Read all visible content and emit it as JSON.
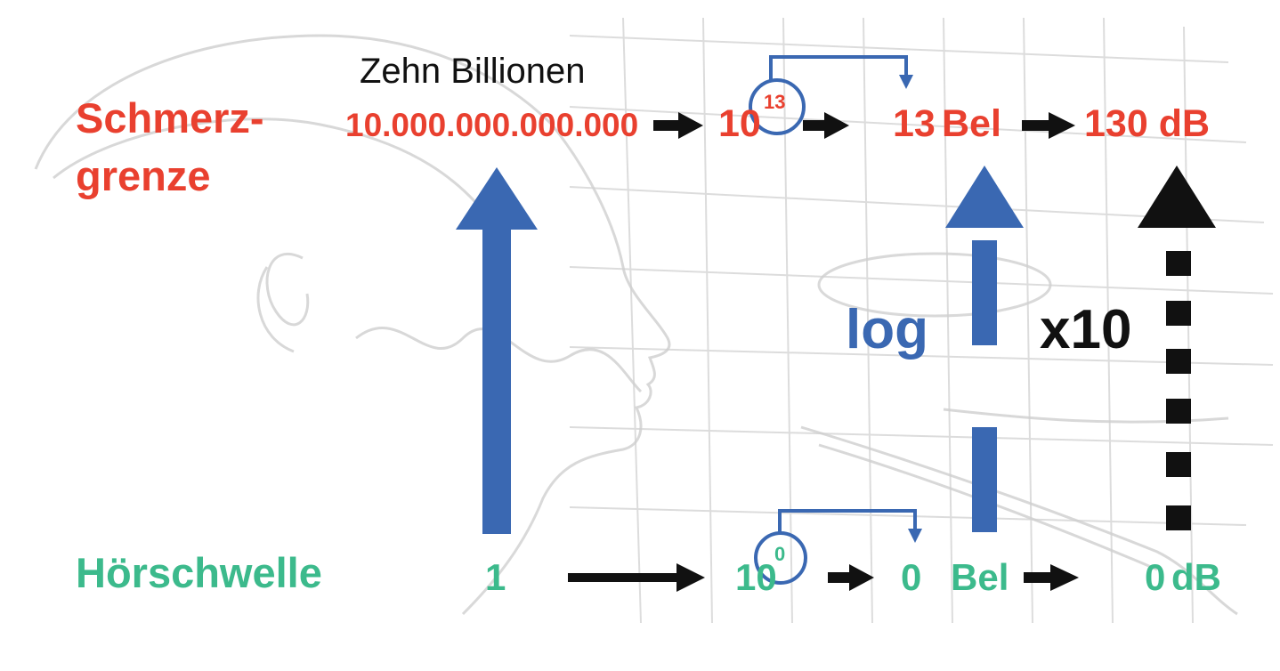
{
  "colors": {
    "red": "#e9402f",
    "green": "#3cba8c",
    "blue": "#3a68b2",
    "black": "#111111",
    "background_sketch": "#d7d7d7"
  },
  "top_row": {
    "label_line1": "Schmerz-",
    "label_line2": "grenze",
    "caption": "Zehn Billionen",
    "number": "10.000.000.000.000",
    "power_base": "10",
    "exponent": "13",
    "bel_value": "13",
    "bel_unit": "Bel",
    "db": "130 dB"
  },
  "bottom_row": {
    "label": "Hörschwelle",
    "number": "1",
    "power_base": "10",
    "exponent": "0",
    "bel_value": "0",
    "bel_unit": "Bel",
    "db_value": "0",
    "db_unit": "dB"
  },
  "operations": {
    "log": "log",
    "times10": "x10"
  },
  "icons": {
    "arrow_right": "arrow-right-icon",
    "arrow_up": "arrow-up-icon",
    "exponent_circle": "circle-highlight-icon",
    "bracket_arrow": "bracket-arrow-icon"
  }
}
